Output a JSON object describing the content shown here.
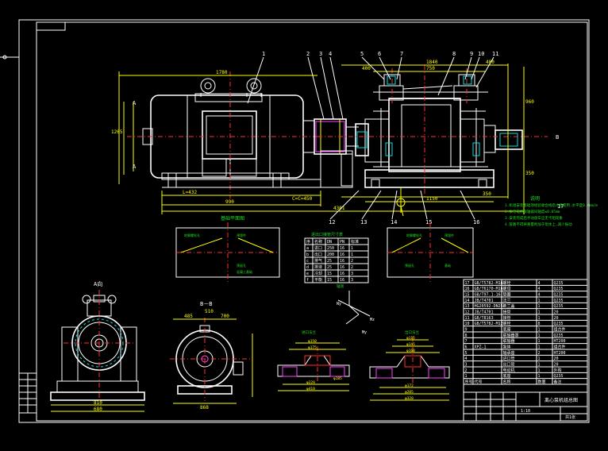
{
  "colors": {
    "background": "#000000",
    "outline": "#ffffff",
    "dimension": "#ffff00",
    "hatch": "#00e0e0",
    "note": "#22dd22",
    "center": "#ff3030",
    "highlight": "#ff40ff"
  },
  "front_view": {
    "dims": {
      "total_length": "4301",
      "motor_length": "1780",
      "height": "1265",
      "left_offset": "L=432",
      "right_offset": "C=C=450",
      "motor_span": "990",
      "pump_len": "1840",
      "pump_w": "750",
      "pump_base": "1150",
      "base_off": "350",
      "base_h": "350",
      "top_dim": "400",
      "pump_h": "960",
      "coupling": "400"
    },
    "callouts": [
      "1",
      "2",
      "3",
      "4",
      "5",
      "6",
      "7",
      "8",
      "9",
      "10",
      "11",
      "12",
      "13",
      "14",
      "15",
      "16",
      "17"
    ],
    "sections": {
      "a": "A",
      "b": "B"
    }
  },
  "notes": {
    "title": "说明",
    "lines": [
      "1.机组安装基础须经验收合格后才能使用,水平度0.1mm/m",
      "2.泵与电机联轴器同轴度≤0.05mm",
      "3.安装完成后手动盘车应无卡阻现象",
      "4.管路不得将重量附加于泵体上,减少振动"
    ]
  },
  "foundation_left": {
    "title": "基础平面图",
    "labels": [
      "地脚螺栓孔",
      "预埋件",
      "预留孔",
      "混凝土基础"
    ]
  },
  "foundation_right": {
    "labels": [
      "地脚螺栓孔",
      "预埋件",
      "预留孔",
      "基础"
    ]
  },
  "nozzle_table": {
    "title": "进出口接管尺寸表",
    "headers": [
      "序",
      "名称",
      "DN",
      "PN",
      "标准"
    ],
    "rows": [
      [
        "a",
        "进口",
        "250",
        "16",
        "1"
      ],
      [
        "b",
        "出口",
        "200",
        "16",
        "1"
      ],
      [
        "c",
        "排气",
        "25",
        "16",
        "2"
      ],
      [
        "d",
        "排液",
        "25",
        "16",
        "2"
      ],
      [
        "e",
        "冷却",
        "15",
        "16",
        "3"
      ],
      [
        "f",
        "平衡",
        "15",
        "16",
        "3"
      ]
    ]
  },
  "views": {
    "side_a": "A向",
    "section_bb": "B－B",
    "axes": "轴测",
    "flange1": "进口法兰",
    "flange2": "出口法兰"
  },
  "side_dims": {
    "a_width": "810",
    "a_base": "680",
    "b_w1": "485",
    "b_w2": "700",
    "b_base": "868",
    "b_wid": "510"
  },
  "flange1_dims": [
    "φ150",
    "φ175",
    "φ185",
    "φ228",
    "φ418"
  ],
  "flange2_dims": [
    "φ115",
    "φ145",
    "φ160",
    "φ172",
    "φ205",
    "φ320"
  ],
  "title_block": {
    "bom_rows": [
      [
        "17",
        "GB/T5782-M16",
        "螺栓",
        "4",
        "Q235"
      ],
      [
        "16",
        "GB/T6170-M16",
        "螺母",
        "4",
        "Q235"
      ],
      [
        "15",
        "GB/T97.1-16",
        "垫圈",
        "4",
        "Q235"
      ],
      [
        "14",
        "JB/T4701",
        "法兰",
        "1",
        "Q235"
      ],
      [
        "13",
        "HG20592-DN250",
        "法兰盖",
        "1",
        "Q235"
      ],
      [
        "12",
        "JB/T4701",
        "接管",
        "1",
        "20"
      ],
      [
        "11",
        "GB/T8163",
        "接管",
        "1",
        "20"
      ],
      [
        "10",
        "GB/T5782-M12",
        "螺栓",
        "8",
        "Q235"
      ],
      [
        "9",
        "",
        "底座",
        "1",
        "组合件"
      ],
      [
        "8",
        "",
        "联轴器罩",
        "1",
        "Q235"
      ],
      [
        "7",
        "",
        "联轴器",
        "1",
        "HT200"
      ],
      [
        "6",
        "XPZ-1",
        "泵体",
        "1",
        "组合件"
      ],
      [
        "5",
        "",
        "轴承座",
        "2",
        "HT200"
      ],
      [
        "4",
        "",
        "进口管",
        "1",
        "20"
      ],
      [
        "3",
        "",
        "出口管",
        "1",
        "20"
      ],
      [
        "2",
        "",
        "电动机",
        "1",
        "外购"
      ],
      [
        "1",
        "",
        "底座",
        "1",
        "Q235"
      ]
    ],
    "header": [
      "序号",
      "代号",
      "名称",
      "数量",
      "备注"
    ],
    "drawing_title": "离心泵机组总图",
    "scale": "1:10",
    "sheet": "共1张"
  }
}
